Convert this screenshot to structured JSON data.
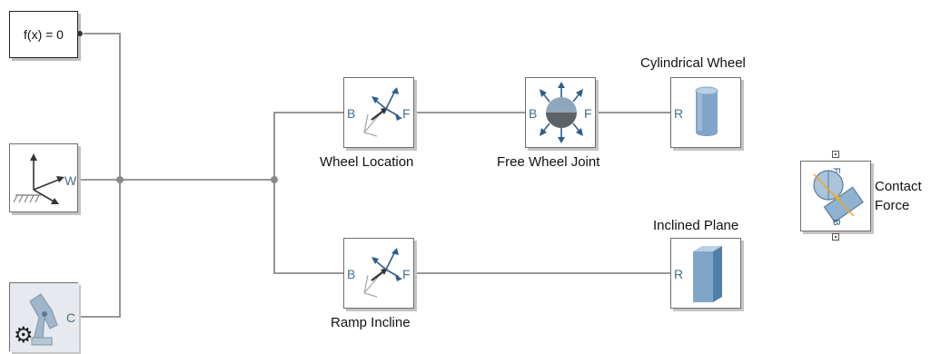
{
  "blocks": {
    "solver_config": {
      "text": "f(x) = 0"
    },
    "world_frame": {
      "port_w": "W"
    },
    "mechanism_config": {
      "port_c": "C"
    },
    "wheel_location": {
      "label": "Wheel Location",
      "port_b": "B",
      "port_f": "F"
    },
    "free_wheel_joint": {
      "label": "Free Wheel Joint",
      "port_b": "B",
      "port_f": "F"
    },
    "cylindrical_wheel": {
      "label": "Cylindrical Wheel",
      "port_r": "R"
    },
    "ramp_incline": {
      "label": "Ramp Incline",
      "port_b": "B",
      "port_f": "F"
    },
    "inclined_plane": {
      "label": "Inclined Plane",
      "port_r": "R"
    },
    "contact_force": {
      "label_line1": "Contact",
      "label_line2": "Force",
      "port_f": "F",
      "port_b": "B"
    }
  },
  "colors": {
    "wire": "#8a8a8a",
    "port_text": "#4a6f8a",
    "solid_blue": "#7fa6c8",
    "contact_orange": "#f5a623"
  }
}
